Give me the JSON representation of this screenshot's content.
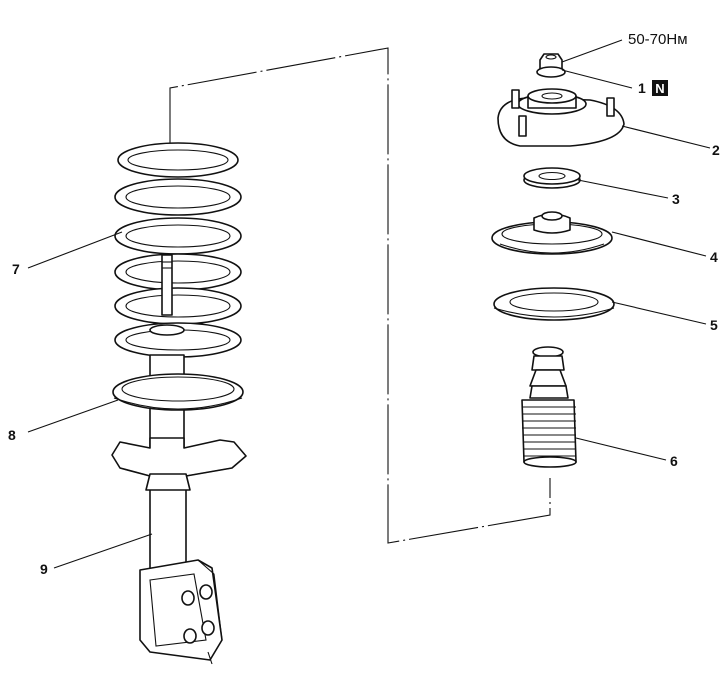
{
  "labels": {
    "torque": "50-70Нм",
    "p1": "1",
    "p1_badge": "N",
    "p2": "2",
    "p3": "3",
    "p4": "4",
    "p5": "5",
    "p6": "6",
    "p7": "7",
    "p8": "8",
    "p9": "9"
  },
  "icons": {
    "badge": "new-part-badge"
  }
}
